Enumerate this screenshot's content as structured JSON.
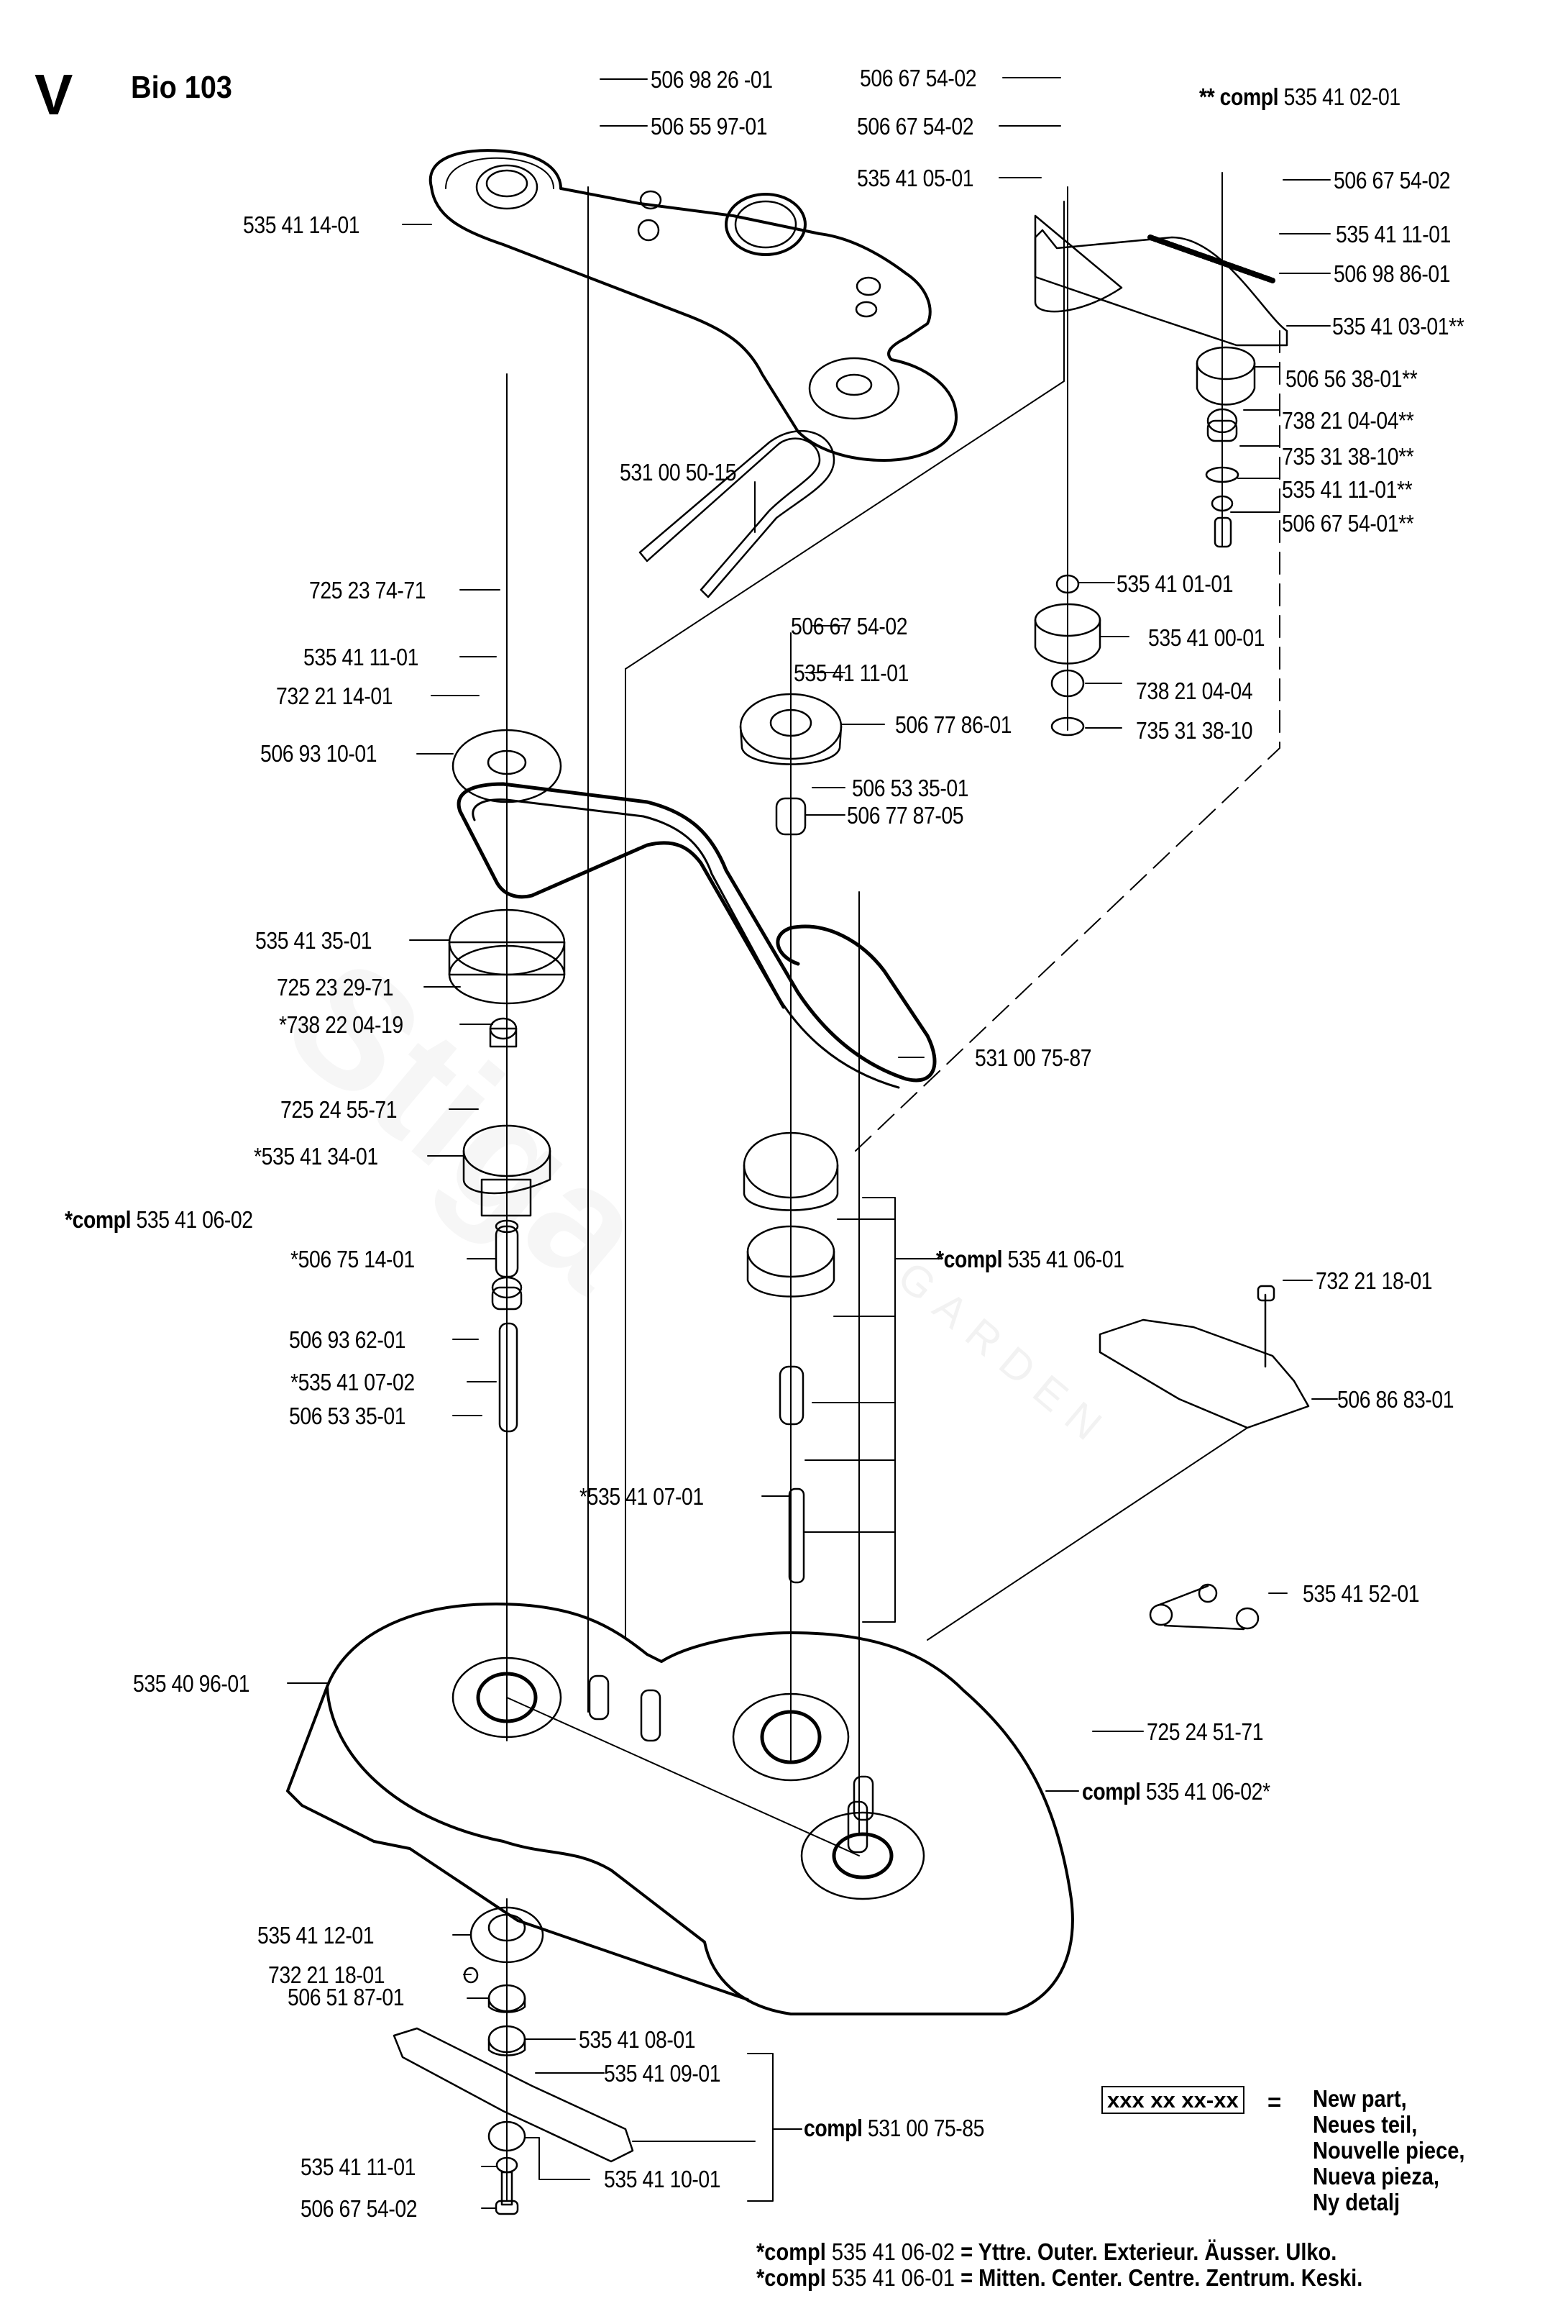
{
  "header": {
    "section_letter": "V",
    "model": "Bio 103",
    "compl_note": {
      "prefix": "** compl",
      "number": "535 41 02-01"
    }
  },
  "parts": [
    {
      "id": "p1",
      "number": "506 98 26  -01",
      "part": "screw"
    },
    {
      "id": "p2",
      "number": "506 55 97-01",
      "part": "washer"
    },
    {
      "id": "p3",
      "number": "535 41 14-01",
      "part": "belt-cover"
    },
    {
      "id": "p4",
      "number": "506 67 54-02",
      "part": "bolt"
    },
    {
      "id": "p5",
      "number": "506 67 54-02",
      "part": "bolt"
    },
    {
      "id": "p6",
      "number": "535 41 05-01",
      "part": "plate"
    },
    {
      "id": "p7",
      "number": "506 67 54-02",
      "part": "bolt"
    },
    {
      "id": "p8",
      "number": "535 41 11-01",
      "part": "washer"
    },
    {
      "id": "p9",
      "number": "506 98 86-01",
      "part": "spring"
    },
    {
      "id": "p10",
      "number": "535 41 03-01**",
      "part": "tensioner-arm"
    },
    {
      "id": "p11",
      "number": "506 56 38-01**",
      "part": "idler-pulley"
    },
    {
      "id": "p12",
      "number": "738 21 04-04**",
      "part": "bearing"
    },
    {
      "id": "p13",
      "number": "735 31 38-10**",
      "part": "circlip"
    },
    {
      "id": "p14",
      "number": "535 41 11-01**",
      "part": "washer"
    },
    {
      "id": "p15",
      "number": "506 67 54-01**",
      "part": "bolt"
    },
    {
      "id": "p16",
      "number": "531 00 50-15",
      "part": "strip"
    },
    {
      "id": "p17",
      "number": "535 41 01-01",
      "part": "spacer"
    },
    {
      "id": "p18",
      "number": "535 41 00-01",
      "part": "idler-pulley"
    },
    {
      "id": "p19",
      "number": "738 21 04-04",
      "part": "bearing"
    },
    {
      "id": "p20",
      "number": "735 31 38-10",
      "part": "circlip"
    },
    {
      "id": "p21",
      "number": "725 23 74-71",
      "part": "bolt"
    },
    {
      "id": "p22",
      "number": "535 41 11-01",
      "part": "washer"
    },
    {
      "id": "p23",
      "number": "732 21 14-01",
      "part": "nut"
    },
    {
      "id": "p24",
      "number": "506 93 10-01",
      "part": "hub-plate"
    },
    {
      "id": "p25",
      "number": "506 67 54-02",
      "part": "bolt"
    },
    {
      "id": "p26",
      "number": "535 41 11-01",
      "part": "washer"
    },
    {
      "id": "p27",
      "number": "506 77 86-01",
      "part": "pulley"
    },
    {
      "id": "p28",
      "number": "506 53 35-01",
      "part": "key"
    },
    {
      "id": "p29",
      "number": "506 77 87-05",
      "part": "spacer"
    },
    {
      "id": "p30",
      "number": "535 41 35-01",
      "part": "toothed-pulley"
    },
    {
      "id": "p31",
      "number": "725 23 29-71",
      "part": "screw"
    },
    {
      "id": "p32",
      "number": "*738 22 04-19",
      "part": "bearing"
    },
    {
      "id": "p33",
      "number": "531 00 75-87",
      "part": "drive-belt"
    },
    {
      "id": "p34",
      "number": "725 24 55-71",
      "part": "bolt"
    },
    {
      "id": "p35",
      "number": "*535 41 34-01",
      "part": "spindle-housing"
    },
    {
      "id": "p36",
      "number": "*506 75 14-01",
      "part": "spacer-tube"
    },
    {
      "id": "p37",
      "number": "506 93 62-01",
      "part": "key"
    },
    {
      "id": "p38",
      "number": "*535 41 07-02",
      "part": "shaft"
    },
    {
      "id": "p39",
      "number": "506 53 35-01",
      "part": "key"
    },
    {
      "id": "p40",
      "number": "*535 41 07-01",
      "part": "shaft"
    },
    {
      "id": "p41",
      "number": "732 21 18-01",
      "part": "nut"
    },
    {
      "id": "p42",
      "number": "506 86 83-01",
      "part": "bracket"
    },
    {
      "id": "p43",
      "number": "535 41 52-01",
      "part": "decal"
    },
    {
      "id": "p44",
      "number": "535 40 96-01",
      "part": "cutting-deck"
    },
    {
      "id": "p45",
      "number": "725 24 51-71",
      "part": "bolt"
    },
    {
      "id": "p46",
      "number": "535 41 12-01",
      "part": "plate"
    },
    {
      "id": "p47",
      "number": "732 21 18-01",
      "part": "nut"
    },
    {
      "id": "p48",
      "number": "506 51 87-01",
      "part": "cup"
    },
    {
      "id": "p49",
      "number": "535 41 08-01",
      "part": "blade-hub"
    },
    {
      "id": "p50",
      "number": "535 41 09-01",
      "part": "pin"
    },
    {
      "id": "p51",
      "number": "535 41 11-01",
      "part": "washer"
    },
    {
      "id": "p52",
      "number": "535 41 10-01",
      "part": "washer"
    },
    {
      "id": "p53",
      "number": "506 67 54-02",
      "part": "bolt"
    }
  ],
  "assemblies": [
    {
      "id": "a1",
      "prefix": "*compl",
      "number": "535 41 06-02"
    },
    {
      "id": "a2",
      "prefix": "*compl",
      "number": "535 41 06-01"
    },
    {
      "id": "a3",
      "prefix": "compl",
      "number": "535 41 06-02*"
    },
    {
      "id": "a4",
      "prefix": "compl",
      "number": "531 00 75-85"
    }
  ],
  "legend": {
    "box": "xxx xx xx-xx",
    "equals": "=",
    "lines": [
      "New part,",
      "Neues teil,",
      "Nouvelle piece,",
      "Nueva pieza,",
      "Ny detalj"
    ]
  },
  "footnotes": [
    {
      "prefix": "*compl",
      "number": "535 41 06-02",
      "text": "= Yttre. Outer. Exterieur. Äusser. Ulko."
    },
    {
      "prefix": "*compl",
      "number": "535 41 06-01",
      "text": "= Mitten. Center. Centre. Zentrum. Keski."
    }
  ],
  "watermark": {
    "brand": "Stiga",
    "sub": "GARDEN"
  },
  "decal_caption": "535 41 52-01"
}
